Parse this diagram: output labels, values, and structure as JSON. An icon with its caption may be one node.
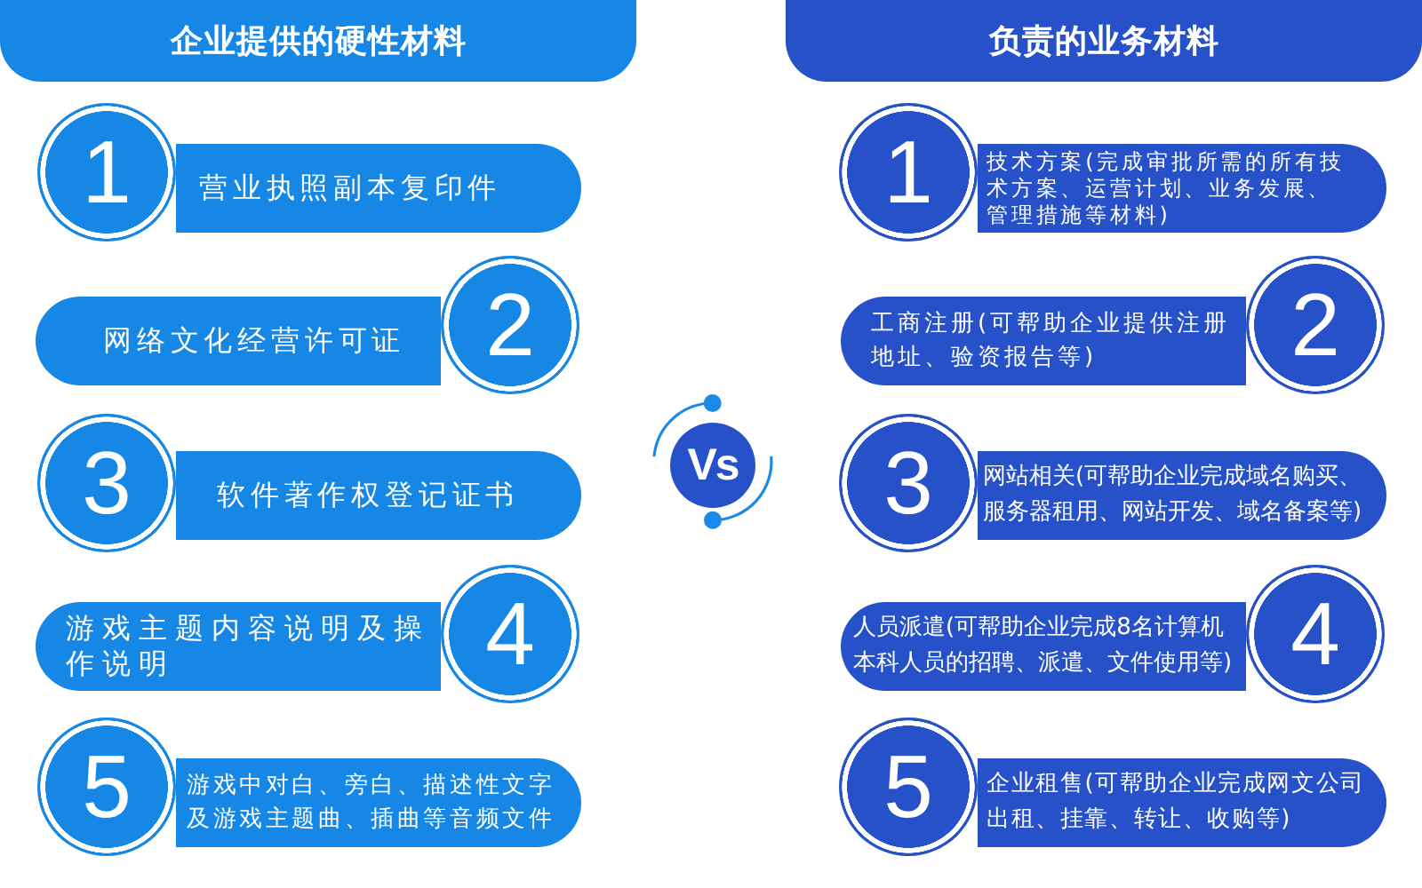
{
  "diagram": {
    "nodes": [
      {
        "text": [
          "企业提供的硬性材料"
        ]
      },
      {
        "text": [
          "1"
        ]
      },
      {
        "text": [
          "营业执照副本复印件"
        ]
      },
      {
        "text": [
          "网络文化经营许可证"
        ]
      },
      {
        "text": [
          "2"
        ]
      },
      {
        "text": [
          "3"
        ]
      },
      {
        "text": [
          "软件著作权登记证书"
        ]
      },
      {
        "text": [
          "游戏主题内容说明及操作说明"
        ]
      },
      {
        "text": [
          "4"
        ]
      },
      {
        "text": [
          "5"
        ]
      },
      {
        "text": [
          "游戏中对白、旁白、描述性文字及游戏主题曲、插曲等音频文件"
        ]
      },
      {
        "text": [
          "Vs"
        ]
      },
      {
        "text": [
          "负责的业务材料"
        ]
      },
      {
        "text": [
          "1"
        ]
      },
      {
        "text": [
          "技术方案(完成审批所需的所有技术方案、运营计划、业务发展、管理措施等材料)"
        ]
      },
      {
        "text": [
          "工商注册(可帮助企业提供注册地址、验资报告等)"
        ]
      },
      {
        "text": [
          "2"
        ]
      },
      {
        "text": [
          "3"
        ]
      },
      {
        "text": [
          "网站相关(可帮助企业完成域名购买、服务器租用、网站开发、域名备案等)"
        ]
      },
      {
        "text": [
          "人员派遣(可帮助企业完成8名计算机本科人员的招聘、派遣、文件使用等)"
        ]
      },
      {
        "text": [
          "4"
        ]
      },
      {
        "text": [
          "5"
        ]
      },
      {
        "text": [
          "企业租售(可帮助企业完成网文公司出租、挂靠、转让、收购等)"
        ]
      }
    ]
  }
}
